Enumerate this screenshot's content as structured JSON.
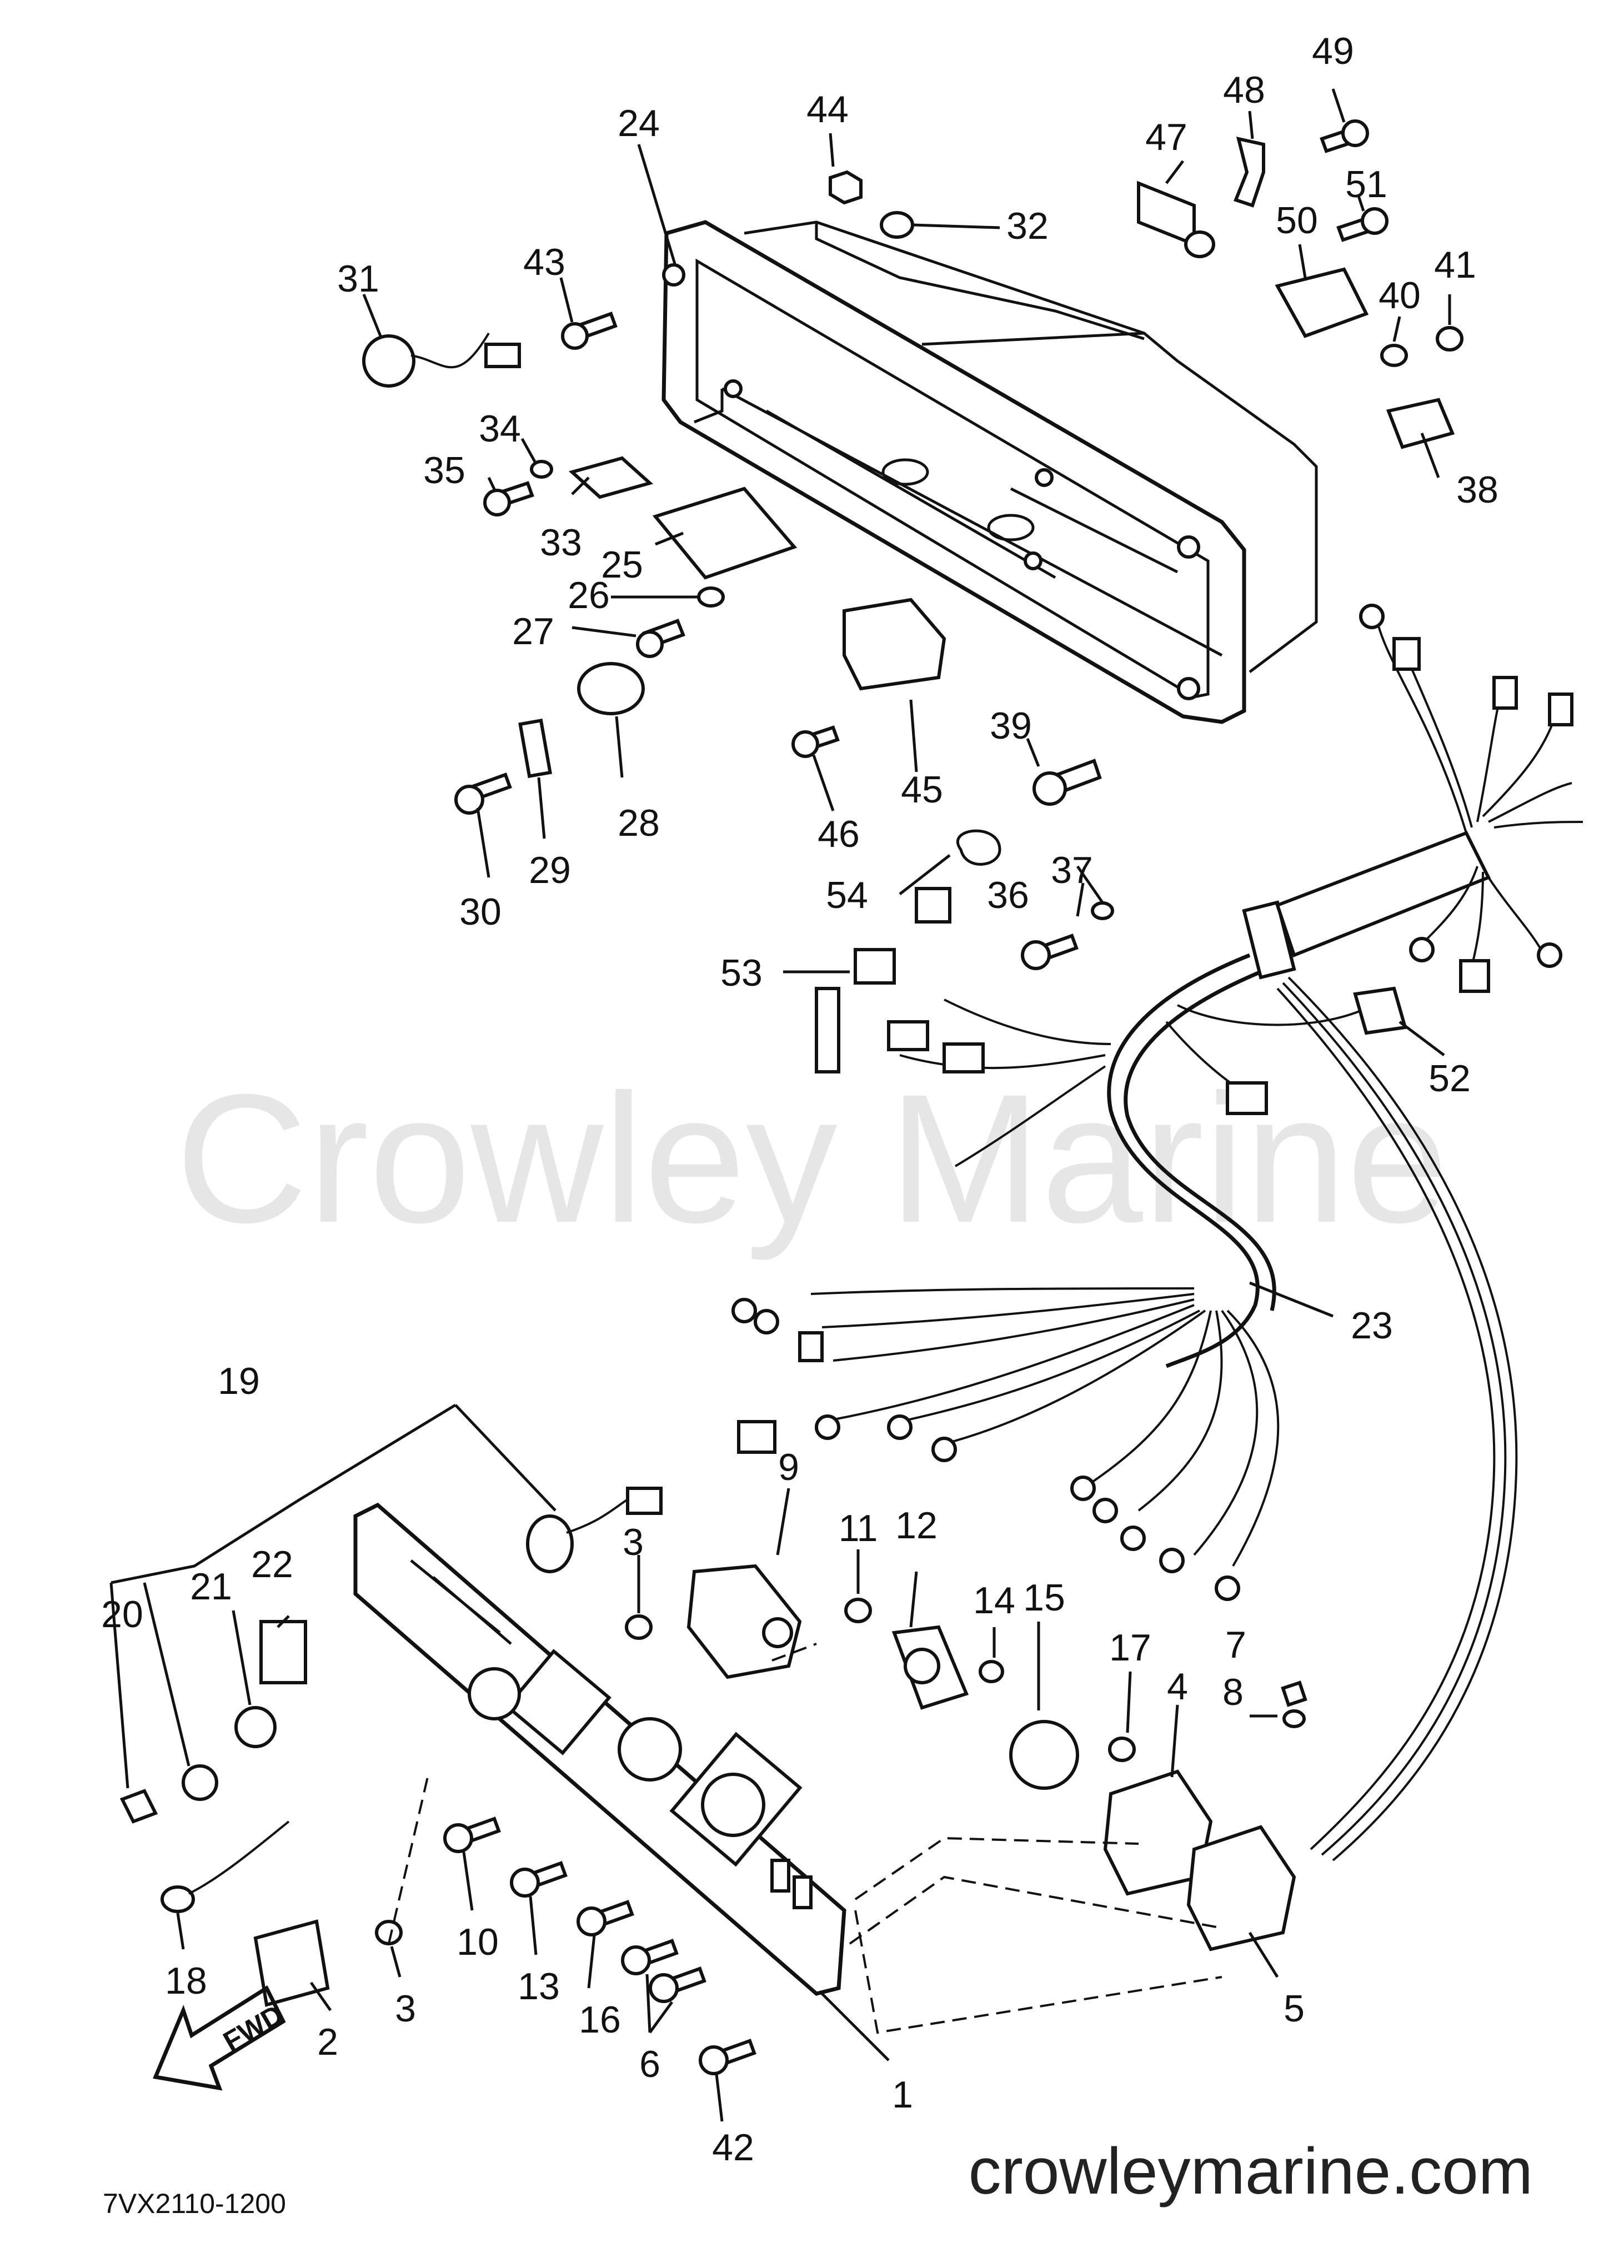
{
  "diagram": {
    "part_code": "7VX2110-1200",
    "watermark": "Crowley Marine",
    "website": "crowleymarine.com",
    "fwd_label": "FWD"
  },
  "callouts": [
    {
      "num": "1"
    },
    {
      "num": "2"
    },
    {
      "num": "3"
    },
    {
      "num": "3"
    },
    {
      "num": "4"
    },
    {
      "num": "5"
    },
    {
      "num": "6"
    },
    {
      "num": "7"
    },
    {
      "num": "8"
    },
    {
      "num": "9"
    },
    {
      "num": "10"
    },
    {
      "num": "11"
    },
    {
      "num": "12"
    },
    {
      "num": "13"
    },
    {
      "num": "14"
    },
    {
      "num": "15"
    },
    {
      "num": "16"
    },
    {
      "num": "17"
    },
    {
      "num": "18"
    },
    {
      "num": "19"
    },
    {
      "num": "20"
    },
    {
      "num": "21"
    },
    {
      "num": "22"
    },
    {
      "num": "23"
    },
    {
      "num": "24"
    },
    {
      "num": "25"
    },
    {
      "num": "26"
    },
    {
      "num": "27"
    },
    {
      "num": "28"
    },
    {
      "num": "29"
    },
    {
      "num": "30"
    },
    {
      "num": "31"
    },
    {
      "num": "32"
    },
    {
      "num": "33"
    },
    {
      "num": "34"
    },
    {
      "num": "35"
    },
    {
      "num": "36"
    },
    {
      "num": "37"
    },
    {
      "num": "38"
    },
    {
      "num": "39"
    },
    {
      "num": "40"
    },
    {
      "num": "41"
    },
    {
      "num": "42"
    },
    {
      "num": "43"
    },
    {
      "num": "44"
    },
    {
      "num": "45"
    },
    {
      "num": "46"
    },
    {
      "num": "47"
    },
    {
      "num": "48"
    },
    {
      "num": "49"
    },
    {
      "num": "50"
    },
    {
      "num": "51"
    },
    {
      "num": "52"
    },
    {
      "num": "53"
    },
    {
      "num": "54"
    }
  ]
}
